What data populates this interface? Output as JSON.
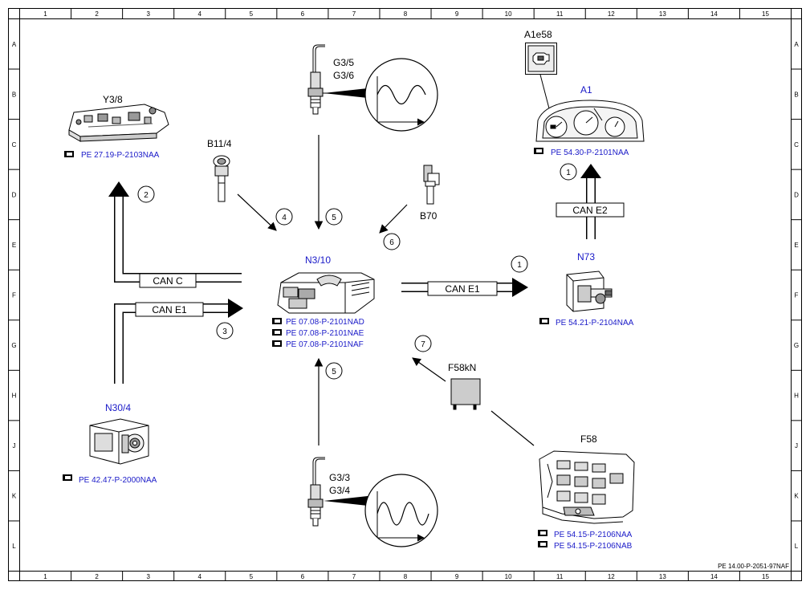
{
  "grid": {
    "columns": [
      "1",
      "2",
      "3",
      "4",
      "5",
      "6",
      "7",
      "8",
      "9",
      "10",
      "11",
      "12",
      "13",
      "14",
      "15"
    ],
    "rows": [
      "A",
      "B",
      "C",
      "D",
      "E",
      "F",
      "G",
      "H",
      "J",
      "K",
      "L"
    ]
  },
  "components": {
    "y3_8": {
      "label": "Y3/8",
      "refs": [
        "PE 27.19-P-2103NAA"
      ]
    },
    "b11_4": {
      "label": "B11/4"
    },
    "g3_5_6": {
      "label1": "G3/5",
      "label2": "G3/6"
    },
    "b70": {
      "label": "B70"
    },
    "a1e58": {
      "label": "A1e58"
    },
    "a1": {
      "label": "A1",
      "refs": [
        "PE 54.30-P-2101NAA"
      ]
    },
    "n3_10": {
      "label": "N3/10",
      "refs": [
        "PE 07.08-P-2101NAD",
        "PE 07.08-P-2101NAE",
        "PE 07.08-P-2101NAF"
      ]
    },
    "n73": {
      "label": "N73",
      "refs": [
        "PE 54.21-P-2104NAA"
      ]
    },
    "n30_4": {
      "label": "N30/4",
      "refs": [
        "PE 42.47-P-2000NAA"
      ]
    },
    "f58kn": {
      "label": "F58kN"
    },
    "g3_3_4": {
      "label1": "G3/3",
      "label2": "G3/4"
    },
    "f58": {
      "label": "F58",
      "refs": [
        "PE 54.15-P-2106NAA",
        "PE 54.15-P-2106NAB"
      ]
    }
  },
  "buses": {
    "can_c": "CAN C",
    "can_e1_left": "CAN E1",
    "can_e1_right": "CAN E1",
    "can_e2": "CAN E2"
  },
  "steps": {
    "s1a": "1",
    "s1b": "1",
    "s2": "2",
    "s3": "3",
    "s4": "4",
    "s5a": "5",
    "s5b": "5",
    "s6": "6",
    "s7": "7"
  },
  "footer": {
    "doc_id": "PE 14.00-P-2051-97NAF"
  },
  "colors": {
    "link_blue": "#1a1ac8",
    "line": "#000000"
  }
}
